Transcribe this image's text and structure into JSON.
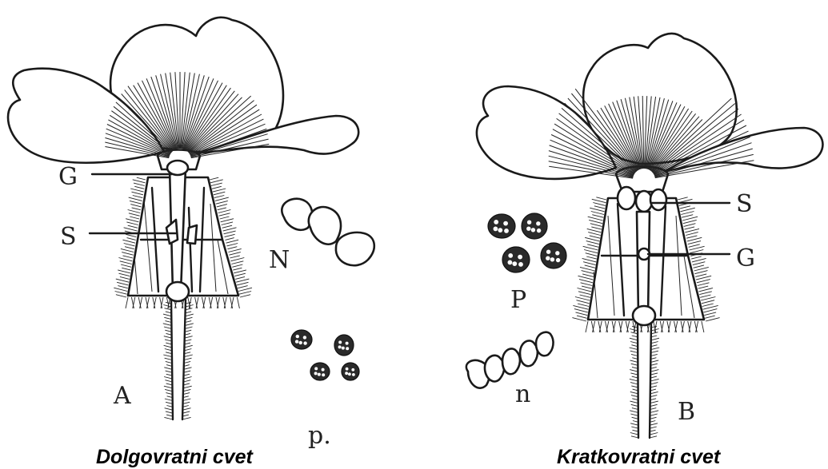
{
  "figure_a": {
    "caption": "Dolgovratni cvet",
    "letter": "A",
    "label_g": "G",
    "label_s": "S",
    "pollen_large": "N",
    "pollen_small": "p."
  },
  "figure_b": {
    "caption": "Kratkovratni cvet",
    "letter": "B",
    "label_s": "S",
    "label_g": "G",
    "pollen_large": "P",
    "pollen_small": "n"
  }
}
